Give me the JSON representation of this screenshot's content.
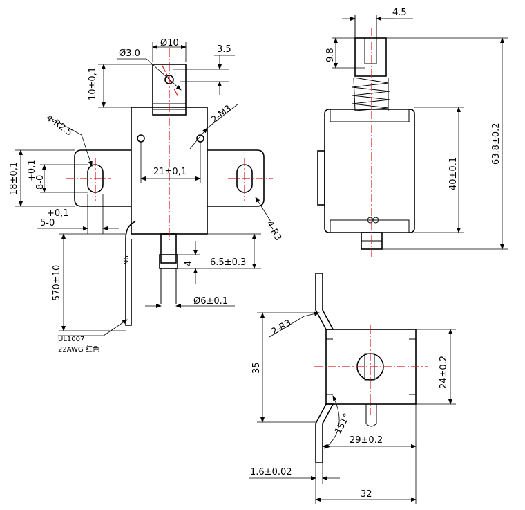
{
  "front_view": {
    "dim_d10": "Ø10",
    "dim_d3": "Ø3.0",
    "dim_3_5": "3.5",
    "dim_10": "10±0,1",
    "dim_4r": "4-R2.5",
    "dim_2m3": "2-M3",
    "dim_18": "18±0,1",
    "dim_8_plus": "+0,1",
    "dim_8": "8-0",
    "dim_21": "21±0,1",
    "dim_5_plus": "+0,1",
    "dim_5": "5-0",
    "dim_4r3": "4-R3",
    "dim_6_5": "6.5±0.3",
    "dim_4": "4",
    "dim_570": "570±10",
    "dim_d6": "Ø6±0.1",
    "wire_mark": "96",
    "wire_type": "UL1007",
    "wire_spec": "22AWG 红色"
  },
  "side_view": {
    "dim_4_5": "4.5",
    "dim_9_8": "9.8",
    "dim_40": "40±0.1",
    "dim_63_8": "63.8±0.2"
  },
  "bottom_view": {
    "dim_2r3": "2-R3",
    "dim_35": "35",
    "dim_24": "24±0.2",
    "dim_151": "151°",
    "dim_29": "29±0.2",
    "dim_1_6": "1.6±0.02",
    "dim_32": "32"
  }
}
